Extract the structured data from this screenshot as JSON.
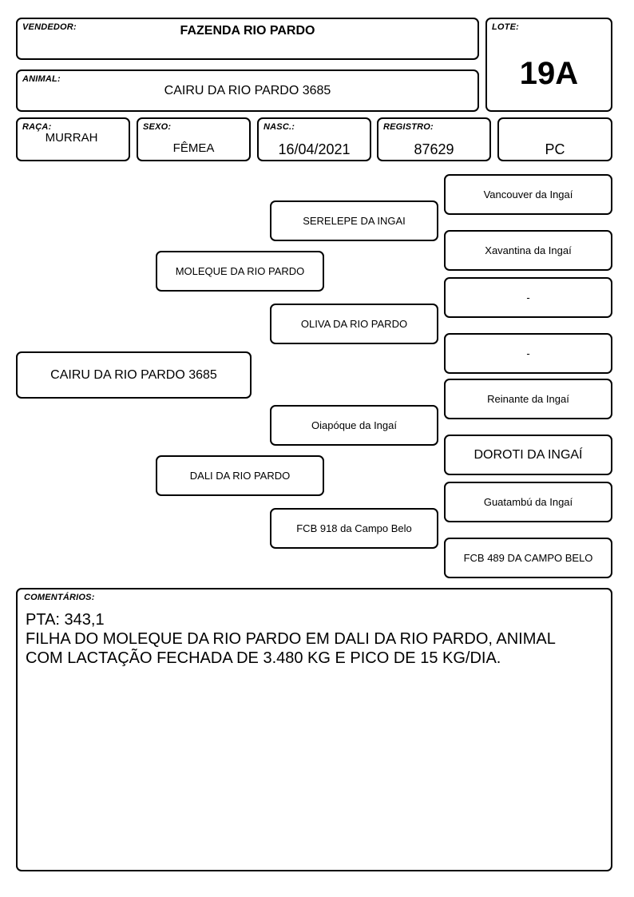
{
  "header": {
    "vendedor_label": "VENDEDOR:",
    "vendedor_value": "FAZENDA RIO PARDO",
    "lote_label": "LOTE:",
    "lote_value": "19A",
    "animal_label": "ANIMAL:",
    "animal_value": "CAIRU DA RIO PARDO 3685"
  },
  "info": {
    "raca_label": "RAÇA:",
    "raca_value": "MURRAH",
    "sexo_label": "SEXO:",
    "sexo_value": "FÊMEA",
    "nasc_label": "NASC.:",
    "nasc_value": "16/04/2021",
    "registro_label": "REGISTRO:",
    "registro_value": "87629",
    "category_value": "PC"
  },
  "pedigree": {
    "animal": "CAIRU DA RIO PARDO 3685",
    "sire": "MOLEQUE DA RIO PARDO",
    "dam": "DALI DA RIO PARDO",
    "sire_sire": "SERELEPE DA INGAI",
    "sire_dam": "OLIVA DA RIO PARDO",
    "dam_sire": "Oiapóque da Ingaí",
    "dam_dam": "FCB 918 da Campo Belo",
    "ggp": [
      "Vancouver da Ingaí",
      "Xavantina da Ingaí",
      "-",
      "-",
      "Reinante da Ingaí",
      "DOROTI DA INGAÍ",
      "Guatambú da Ingaí",
      "FCB 489 DA CAMPO BELO"
    ]
  },
  "comments": {
    "label": "COMENTÁRIOS:",
    "lines": [
      "PTA: 343,1",
      "FILHA DO MOLEQUE DA RIO PARDO EM DALI DA RIO PARDO, ANIMAL",
      "COM LACTAÇÃO FECHADA DE 3.480 KG E PICO DE 15 KG/DIA."
    ]
  }
}
